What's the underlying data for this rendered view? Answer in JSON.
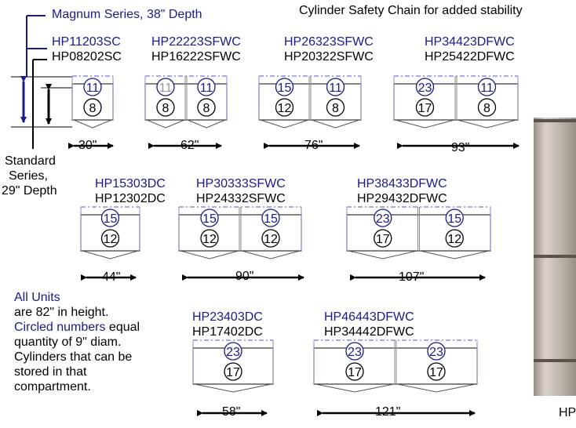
{
  "magnum_label": "Magnum Series, 38\" Depth",
  "top_note": "Cylinder Safety Chain for added stability",
  "standard_label": [
    "Standard",
    "Series,",
    "29\" Depth"
  ],
  "units": [
    {
      "magnum": "HP11203SC",
      "standard": "HP08202SC",
      "width": "30\"",
      "cols": [
        {
          "top": "11",
          "bottom": "8"
        }
      ]
    },
    {
      "magnum": "HP22223SFWC",
      "standard": "HP16222SFWC",
      "width": "62\"",
      "cols": [
        {
          "top": "11",
          "bottom": "8"
        },
        {
          "top": "11",
          "bottom": "8"
        }
      ]
    },
    {
      "magnum": "HP26323SFWC",
      "standard": "HP20322SFWC",
      "width": "76\"",
      "cols": [
        {
          "top": "15",
          "bottom": "12"
        },
        {
          "top": "11",
          "bottom": "8"
        }
      ]
    },
    {
      "magnum": "HP34423DFWC",
      "standard": "HP25422DFWC",
      "width": "93\"",
      "cols": [
        {
          "top": "23",
          "bottom": "17"
        },
        {
          "top": "11",
          "bottom": "8"
        }
      ]
    },
    {
      "magnum": "HP15303DC",
      "standard": "HP12302DC",
      "width": "44\"",
      "cols": [
        {
          "top": "15",
          "bottom": "12"
        }
      ]
    },
    {
      "magnum": "HP30333SFWC",
      "standard": "HP24332SFWC",
      "width": "90\"",
      "cols": [
        {
          "top": "15",
          "bottom": "12"
        },
        {
          "top": "15",
          "bottom": "12"
        }
      ]
    },
    {
      "magnum": "HP38433DFWC",
      "standard": "HP29432DFWC",
      "width": "107\"",
      "cols": [
        {
          "top": "23",
          "bottom": "17"
        },
        {
          "top": "15",
          "bottom": "12"
        }
      ]
    },
    {
      "magnum": "HP23403DC",
      "standard": "HP17402DC",
      "width": "58\"",
      "cols": [
        {
          "top": "23",
          "bottom": "17"
        }
      ]
    },
    {
      "magnum": "HP46443DFWC",
      "standard": "HP34442DFWC",
      "width": "121\"",
      "cols": [
        {
          "top": "23",
          "bottom": "17"
        },
        {
          "top": "23",
          "bottom": "17"
        }
      ]
    }
  ],
  "notes": {
    "all_units": "All Units",
    "height": "are 82\" in height.",
    "circled": "Circled numbers",
    "equal": " equal",
    "line3": "quantity of 9\" diam.",
    "line4": "Cylinders that can be",
    "line5": "stored in that",
    "line6": "compartment."
  },
  "photo_caption": "HP",
  "colors": {
    "blue": "#1a1a8c",
    "dash": "#6f78e6",
    "gray_circle": "#9a9a9a"
  }
}
